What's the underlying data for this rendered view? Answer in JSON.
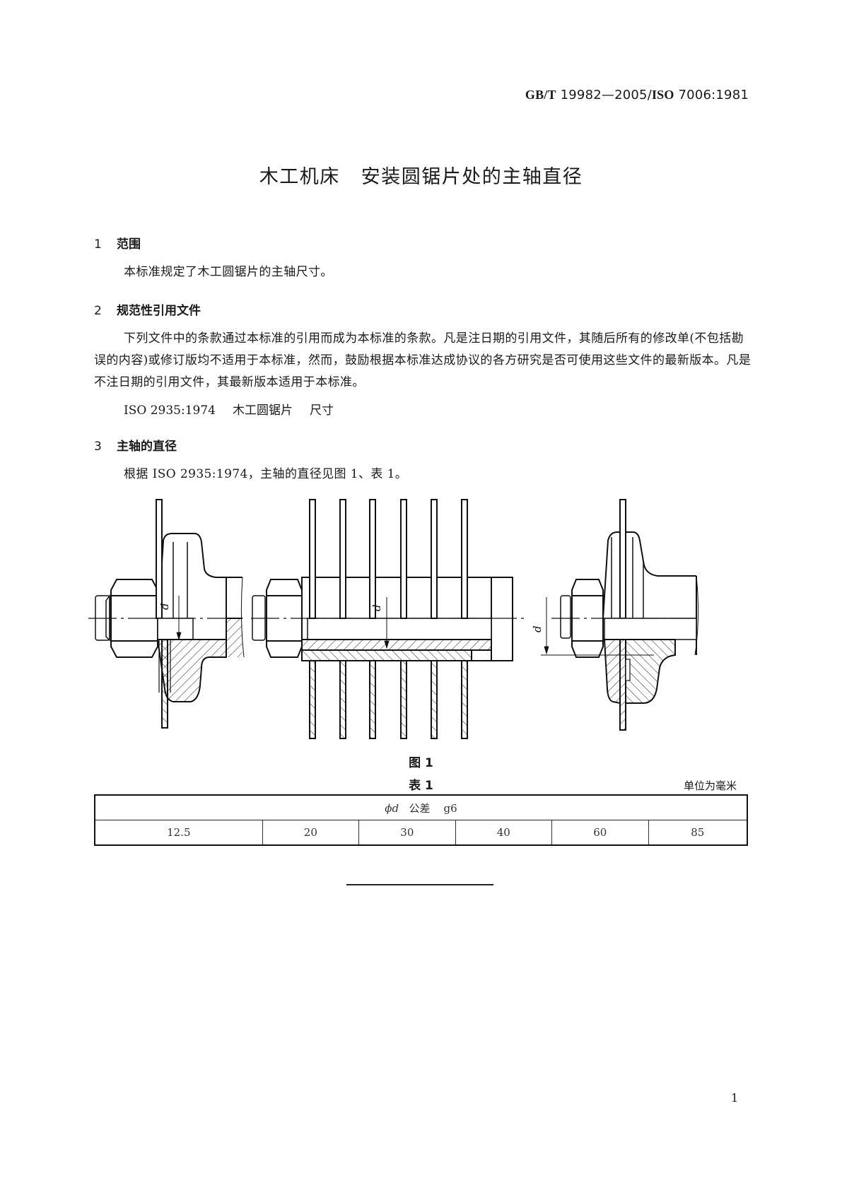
{
  "header": {
    "standard_code_bold_1": "GB/T",
    "standard_code_num_1": " 19982—2005/",
    "standard_code_bold_2": "ISO",
    "standard_code_num_2": " 7006:1981"
  },
  "title": {
    "part1": "木工机床",
    "part2": "安装圆锯片处的主轴直径"
  },
  "sections": [
    {
      "number": "1",
      "heading": "范围",
      "paragraphs": [
        "本标准规定了木工圆锯片的主轴尺寸。"
      ]
    },
    {
      "number": "2",
      "heading": "规范性引用文件",
      "paragraphs": [
        "下列文件中的条款通过本标准的引用而成为本标准的条款。凡是注日期的引用文件，其随后所有的修改单(不包括勘误的内容)或修订版均不适用于本标准，然而，鼓励根据本标准达成协议的各方研究是否可使用这些文件的最新版本。凡是不注日期的引用文件，其最新版本适用于本标准。"
      ],
      "reference": {
        "code": "ISO 2935:1974",
        "title_a": "木工圆锯片",
        "title_b": "尺寸"
      }
    },
    {
      "number": "3",
      "heading": "主轴的直径",
      "paragraphs": [
        "根据 ISO 2935:1974，主轴的直径见图 1、表 1。"
      ]
    }
  ],
  "figure": {
    "caption": "图 1",
    "dimension_label": "d",
    "views": [
      "single-blade-flange-left",
      "multi-blade-spindle",
      "single-blade-flange-right"
    ]
  },
  "table": {
    "caption": "表 1",
    "unit_note": "单位为毫米",
    "header_symbol": "ϕd",
    "header_text": "公差",
    "header_tolerance": "g6",
    "values": [
      "12.5",
      "20",
      "30",
      "40",
      "60",
      "85"
    ]
  },
  "footer": {
    "page_number": "1"
  }
}
